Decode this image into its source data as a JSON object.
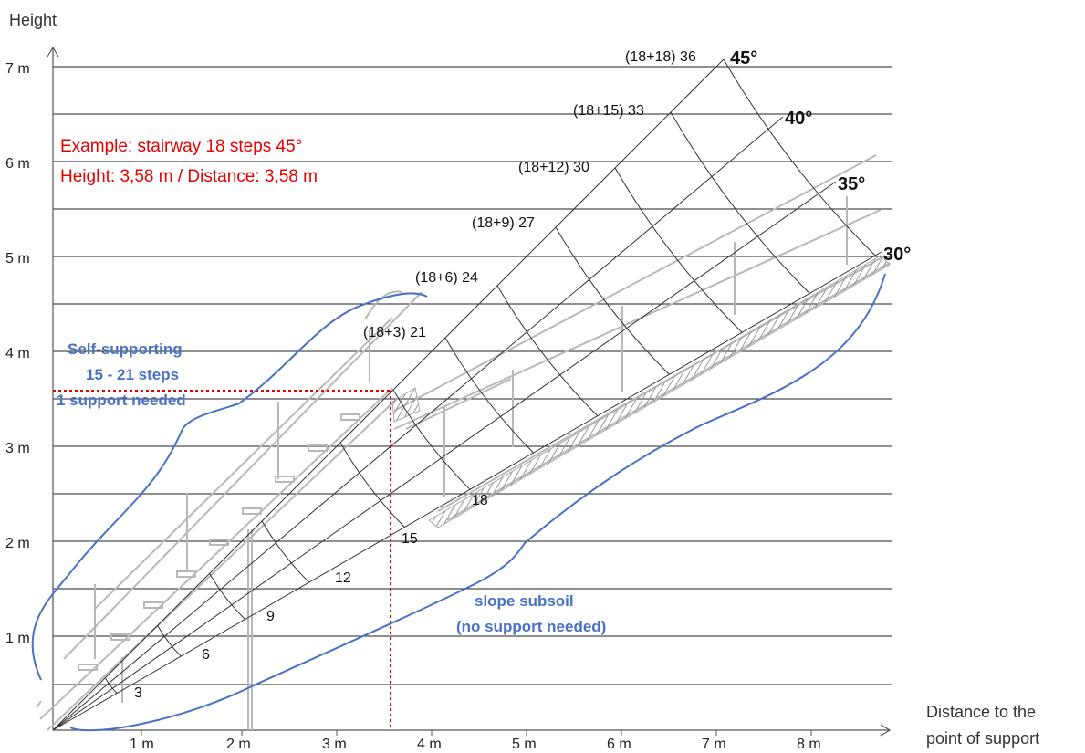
{
  "axes": {
    "y_title": "Height",
    "x_title_line1": "Distance to the",
    "x_title_line2": "point of support",
    "y_ticks": [
      "1 m",
      "2 m",
      "3 m",
      "4 m",
      "5 m",
      "6 m",
      "7 m"
    ],
    "x_ticks": [
      "1 m",
      "2 m",
      "3 m",
      "4 m",
      "5 m",
      "6 m",
      "7 m",
      "8 m"
    ]
  },
  "angles": [
    "30°",
    "35°",
    "40°",
    "45°"
  ],
  "step_counts": [
    "3",
    "6",
    "9",
    "12",
    "15",
    "18"
  ],
  "extended_steps": [
    "(18+3) 21",
    "(18+6) 24",
    "(18+9) 27",
    "(18+12) 30",
    "(18+15) 33",
    "(18+18) 36"
  ],
  "example": {
    "line1": "Example: stairway 18 steps 45°",
    "line2": "Height: 3,58 m / Distance: 3,58 m"
  },
  "annotations": {
    "self_supporting_1": "Self-supporting",
    "self_supporting_2": "15 - 21 steps",
    "self_supporting_3": "1 support needed",
    "slope_1": "slope subsoil",
    "slope_2": "(no support needed)"
  },
  "colors": {
    "grid": "#222222",
    "fan": "#333333",
    "example_line": "#e00000",
    "annotation": "#4a72c4",
    "stair_drawing": "#b8b8b8"
  }
}
